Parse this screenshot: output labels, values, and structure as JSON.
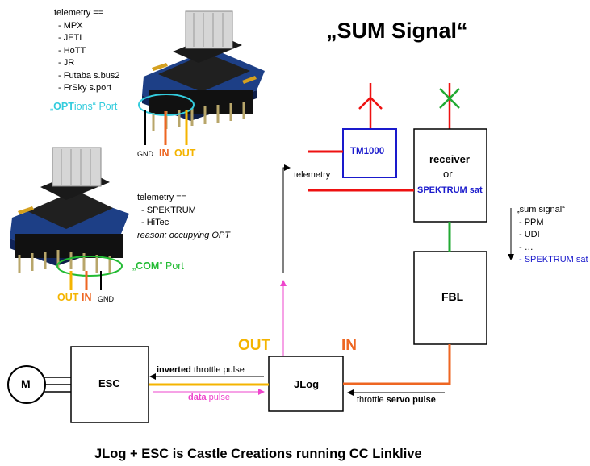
{
  "title": "„SUM Signal“",
  "footer": "JLog + ESC is Castle Creations running CC Linklive",
  "colors": {
    "cyan": "#33ccdd",
    "green": "#22aa33",
    "orange": "#ee6622",
    "yellow": "#f4b400",
    "magenta": "#ee44cc",
    "red": "#ee1111",
    "blue": "#1a1acc"
  },
  "opt_module": {
    "heading": "telemetry ==",
    "items": [
      "- MPX",
      "- JETI",
      "- HoTT",
      "- JR",
      "- Futaba s.bus2",
      "- FrSky s.port"
    ],
    "port_label_prefix": "„",
    "port_label_bold": "OPT",
    "port_label_rest": "ions“ Port",
    "pin_gnd": "GND",
    "pin_in": "IN",
    "pin_out": "OUT"
  },
  "com_module": {
    "heading": "telemetry ==",
    "items": [
      "- SPEKTRUM",
      "- HiTec"
    ],
    "reason": "reason: occupying OPT",
    "port_label_prefix": "„",
    "port_label_bold": "COM",
    "port_label_rest": "“ Port",
    "pin_out": "OUT",
    "pin_in": "IN",
    "pin_gnd": "GND"
  },
  "blocks": {
    "tm1000": "TM1000",
    "receiver": "receiver",
    "receiver_or": "or",
    "receiver_sat": "SPEKTRUM sat",
    "fbl": "FBL",
    "esc": "ESC",
    "jlog": "JLog",
    "motor": "M"
  },
  "labels": {
    "telemetry": "telemetry",
    "out": "OUT",
    "in": "IN",
    "inverted_bold": "inverted",
    "inverted_rest": " throttle pulse",
    "data_bold": "data",
    "data_rest": " pulse",
    "throttle_plain": "throttle ",
    "throttle_bold": "servo pulse"
  },
  "sum_list": {
    "heading": "„sum signal“",
    "items": [
      "- PPM",
      "- UDI",
      "- …"
    ],
    "highlight": "- SPEKTRUM sat"
  }
}
